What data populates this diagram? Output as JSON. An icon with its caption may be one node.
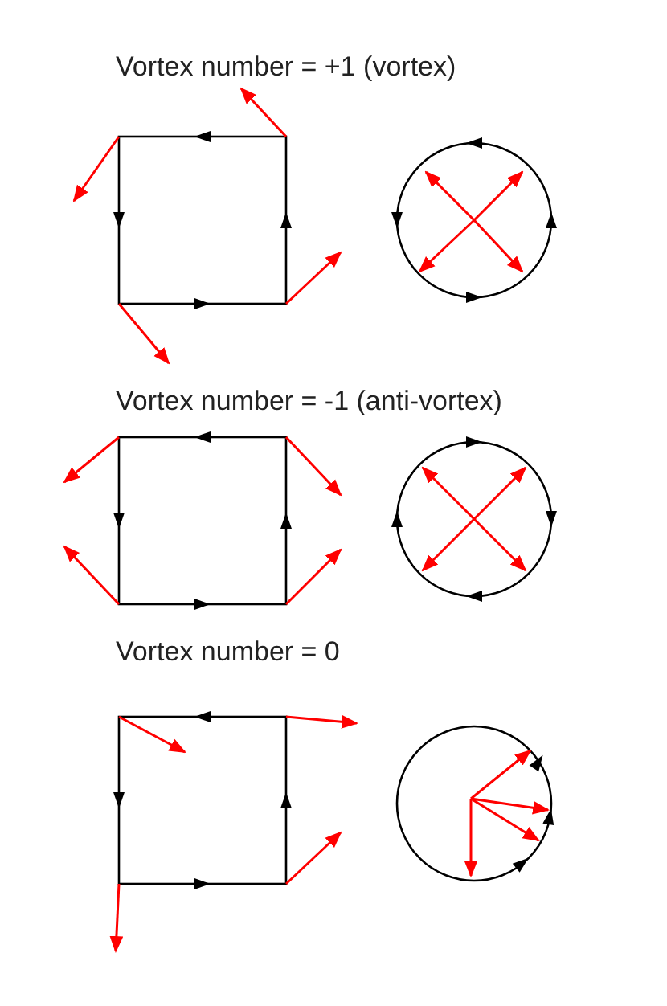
{
  "diagram": {
    "labels": [
      "Vortex number = +1 (vortex)",
      "Vortex number = -1 (anti-vortex)",
      "Vortex number = 0"
    ]
  }
}
